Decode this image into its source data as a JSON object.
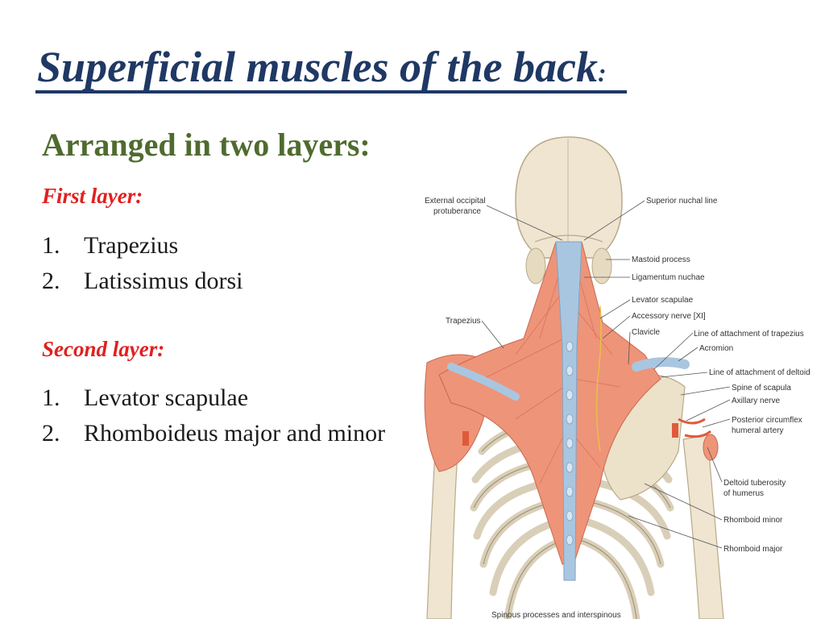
{
  "slide": {
    "title": "Superficial muscles of the back",
    "title_suffix": ":",
    "subtitle": "Arranged in two layers:",
    "layers": [
      {
        "heading": "First layer:",
        "items": [
          {
            "num": "1.",
            "text": "Trapezius"
          },
          {
            "num": "2.",
            "text": "Latissimus dorsi"
          }
        ]
      },
      {
        "heading": "Second layer:",
        "items": [
          {
            "num": "1.",
            "text": "Levator scapulae"
          },
          {
            "num": "2.",
            "text": "Rhomboideus major and minor"
          }
        ]
      }
    ]
  },
  "figure": {
    "labels": {
      "ext_occ_1": "External occipital",
      "ext_occ_2": "protuberance",
      "sup_nuchal": "Superior nuchal line",
      "mastoid": "Mastoid process",
      "lig_nuchae": "Ligamentum nuchae",
      "lev_scap": "Levator scapulae",
      "acc_nerve": "Accessory nerve [XI]",
      "clavicle": "Clavicle",
      "trapezius": "Trapezius",
      "line_trap": "Line of attachment of trapezius",
      "acromion": "Acromion",
      "line_delt": "Line of attachment of deltoid",
      "spine_scap": "Spine of scapula",
      "axillary": "Axillary nerve",
      "post_circ_1": "Posterior circumflex",
      "post_circ_2": "humeral artery",
      "delt_tub_1": "Deltoid tuberosity",
      "delt_tub_2": "of humerus",
      "rhomb_minor": "Rhomboid minor",
      "rhomb_major": "Rhomboid major",
      "spinous": "Spinous processes and interspinous"
    }
  },
  "colors": {
    "title": "#1f3864",
    "subtitle": "#4f6b2f",
    "layer_heading": "#e02020",
    "muscle": "#ee9479",
    "bone": "#efe5d0",
    "ligament": "#a9c6e0"
  }
}
